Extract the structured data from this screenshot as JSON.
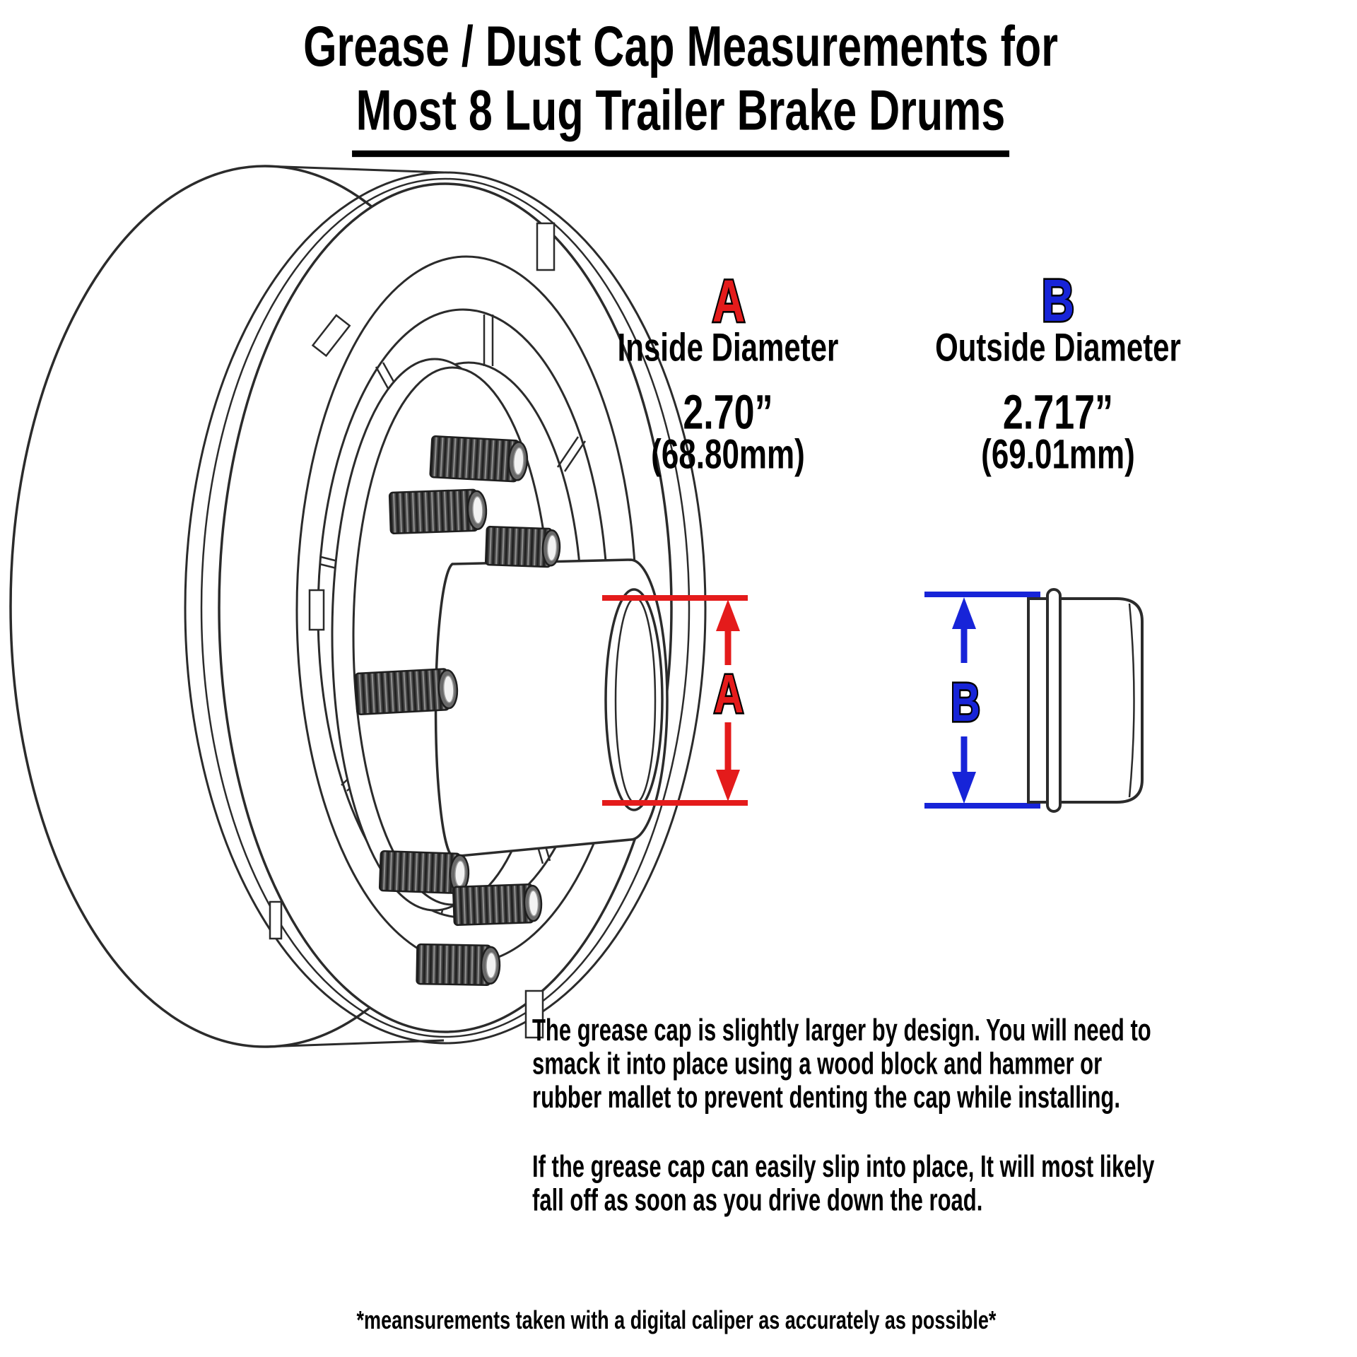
{
  "title": {
    "line1": "Grease / Dust Cap Measurements for",
    "line2": "Most 8 Lug Trailer Brake Drums"
  },
  "measurements": {
    "a": {
      "letter": "A",
      "label": "Inside Diameter",
      "inches": "2.70”",
      "mm": "(68.80mm)",
      "color": "#e41b1b"
    },
    "b": {
      "letter": "B",
      "label": "Outside Diameter",
      "inches": "2.717”",
      "mm": "(69.01mm)",
      "color": "#1724d8"
    }
  },
  "notes": {
    "para1": [
      "The grease cap is slightly larger by design. You will need to",
      "smack it into place using a wood block and hammer or",
      "rubber mallet to prevent denting the cap while installing."
    ],
    "para2": [
      "If the grease cap can easily slip into place, It will most likely",
      "fall off as soon as you drive down the road."
    ]
  },
  "footnote": "*meansurements taken with a digital caliper as accurately as possible*",
  "diagram": {
    "drum_icon": "eight-lug-brake-drum-line-art",
    "cap_icon": "grease-cap-side-view-line-art",
    "line_color": "#2b2b2b"
  }
}
